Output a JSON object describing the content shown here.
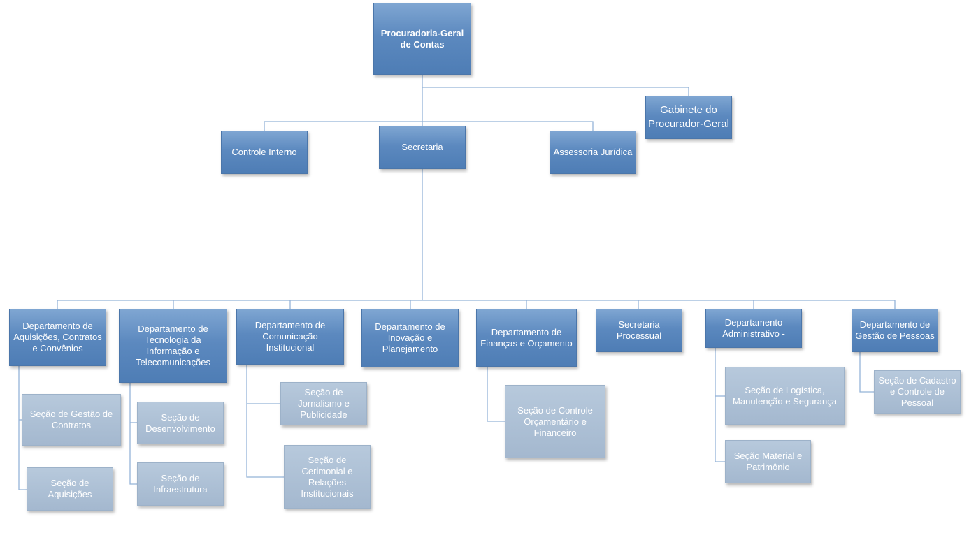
{
  "colors": {
    "line": "#94b3d8",
    "dark_box": "#5c89bf",
    "light_box": "#a7bbd1",
    "text": "#ffffff"
  },
  "nodes": {
    "root": "Procuradoria-Geral de Contas",
    "gabinete": "Gabinete do Procurador-Geral",
    "controle_interno": "Controle Interno",
    "secretaria": "Secretaria",
    "assessoria": "Assessoria Jurídica",
    "dep_aquisicoes": "Departamento de Aquisições, Contratos e Convênios",
    "dep_tecnologia": "Departamento de Tecnologia da Informação e Telecomunicações",
    "dep_comunicacao": "Departamento de Comunicação Institucional",
    "dep_inovacao": "Departamento de Inovação e Planejamento",
    "dep_financas": "Departamento de Finanças e Orçamento",
    "sec_processual": "Secretaria Processual",
    "dep_administrativo": "Departamento Administrativo -",
    "dep_pessoas": "Departamento de Gestão de Pessoas",
    "sec_gestao_contratos": "Seção de Gestão de Contratos",
    "sec_aquisicoes": "Seção de Aquisições",
    "sec_desenvolvimento": "Seção de Desenvolvimento",
    "sec_infraestrutura": "Seção de Infraestrutura",
    "sec_jornalismo": "Seção de Jornalismo e Publicidade",
    "sec_cerimonial": "Seção de Cerimonial e Relações Institucionais",
    "sec_controle_orcamentario": "Seção de Controle Orçamentário e Financeiro",
    "sec_logistica": "Seção de Logística, Manutenção e Segurança",
    "sec_material": "Seção Material e Patrimônio",
    "sec_cadastro": "Seção de  Cadastro e Controle de Pessoal"
  }
}
